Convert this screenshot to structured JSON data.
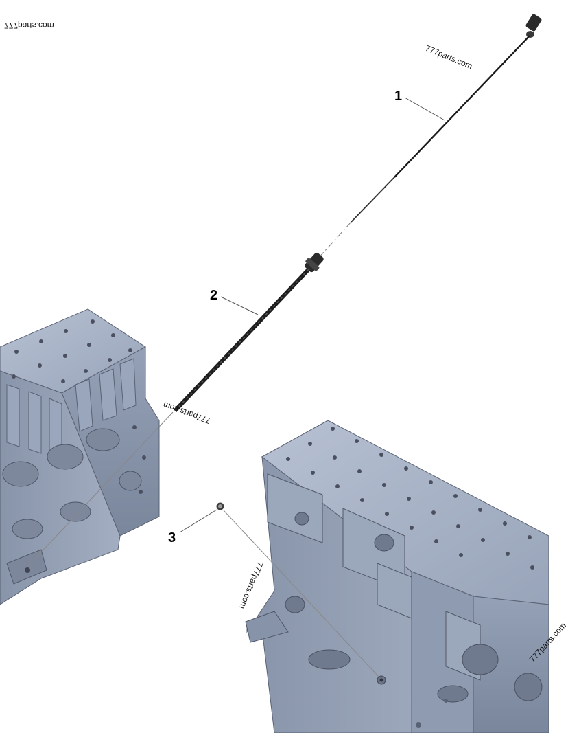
{
  "callouts": [
    {
      "number": "1",
      "part": "dipstick"
    },
    {
      "number": "2",
      "part": "dipstick-tube"
    },
    {
      "number": "3",
      "part": "plug"
    }
  ],
  "watermarks": [
    "777parts.com",
    "777parts.com",
    "777parts.com",
    "777parts.com",
    "777parts.com"
  ],
  "colors": {
    "block_top": "#a7b2c6",
    "block_side": "#8e9ab0",
    "block_shadow": "#6f7a8e",
    "hole": "#4a5060",
    "dipstick": "#1a1a1a",
    "leader": "#555555"
  }
}
